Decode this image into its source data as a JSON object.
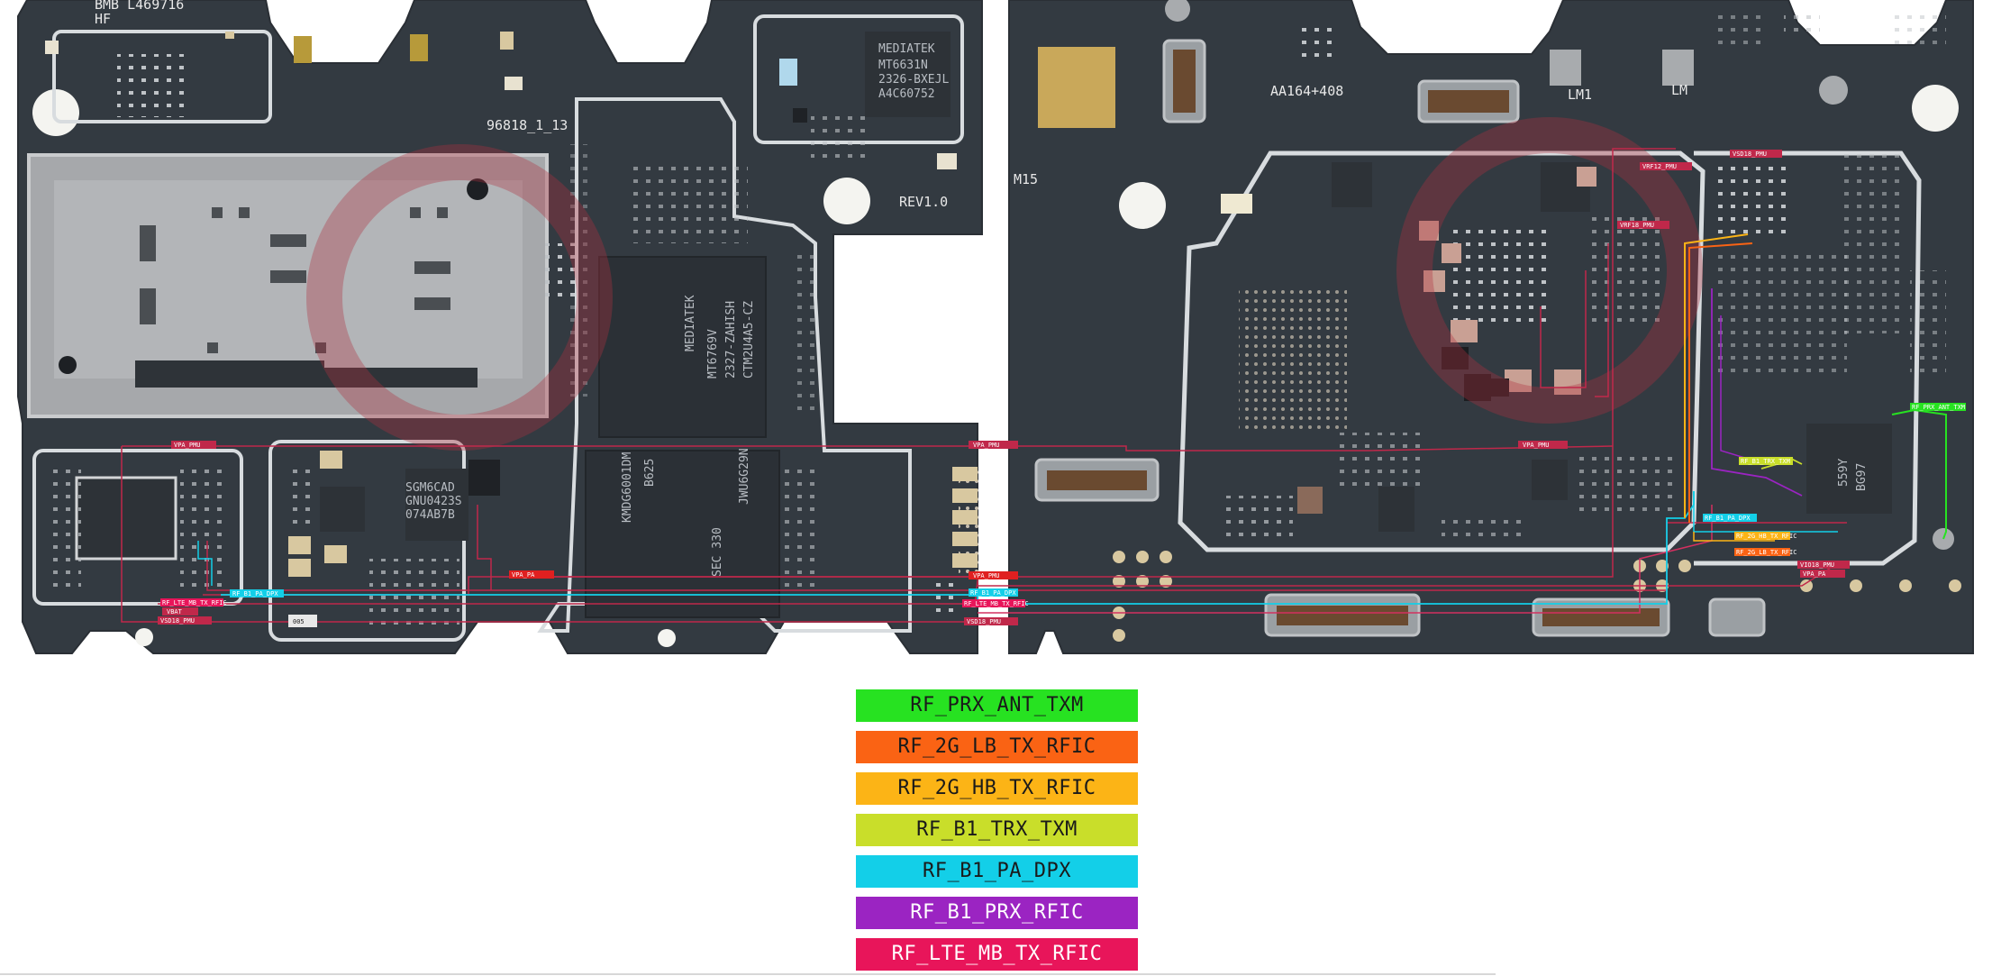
{
  "board": {
    "left_texts": {
      "top_code": "BMB L469716",
      "hf_code": "HF",
      "part_code": "96818_1_13",
      "rev": "REV1.0",
      "cpu_brand": "MEDIATEK",
      "cpu_line1": "MT6769V",
      "cpu_line2": "2327-ZAHISH",
      "cpu_line3": "CTM2U4A5-CZ",
      "mem_line1": "KMDG6001DM",
      "mem_line2": "B625",
      "mem_line3": "SEC 330",
      "mem_line4": "JWU6G29N",
      "small_chip_brand": "MEDIATEK",
      "small_chip_line1": "MT6631N",
      "small_chip_line2": "2326-BXEJL",
      "small_chip_line3": "A4C60752",
      "pmic_line1": "SGM6CAD",
      "pmic_line2": "GNU0423S",
      "pmic_line3": "074AB7B",
      "value_tag": "005"
    },
    "right_texts": {
      "m15": "M15",
      "aa_code": "AA164+408",
      "lm1": "LM1",
      "lm2": "LM",
      "rf_chip_line1": "559Y",
      "rf_chip_line2": "BG97"
    },
    "net_labels": {
      "vpa_pmu": "VPA_PMU",
      "vbat": "VBAT",
      "vsd18_pmu": "VSD18_PMU",
      "vrf12_pmu": "VRF12_PMU",
      "vrf18_pmu": "VRF18_PMU",
      "vio18_pmu": "VIO18_PMU",
      "vpa_pa": "VPA_PA",
      "lte_mb_tx": "RF_LTE_MB_TX_RFIC",
      "b1_pa_dpx": "RF_B1_PA_DPX",
      "b1_trx": "RF_B1_TRX_TXM",
      "hb_tx": "RF_2G_HB_TX_RFIC",
      "lb_tx": "RF_2G_LB_TX_RFIC",
      "prx_ant": "RF_PRX_ANT_TXM"
    }
  },
  "legend": [
    {
      "label": "RF_PRX_ANT_TXM",
      "color": "#27e221"
    },
    {
      "label": "RF_2G_LB_TX_RFIC",
      "color": "#fa6314"
    },
    {
      "label": "RF_2G_HB_TX_RFIC",
      "color": "#fcb416"
    },
    {
      "label": "RF_B1_TRX_TXM",
      "color": "#c9de2a"
    },
    {
      "label": "RF_B1_PA_DPX",
      "color": "#13cfe8"
    },
    {
      "label": "RF_B1_PRX_RFIC",
      "color": "#9b24c2"
    },
    {
      "label": "RF_LTE_MB_TX_RFIC",
      "color": "#e8155a"
    }
  ]
}
